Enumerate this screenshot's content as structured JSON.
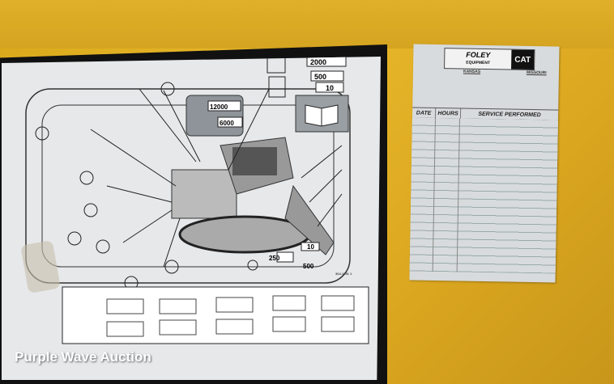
{
  "decal": {
    "intervals_top": [
      "2000",
      "500",
      "10"
    ],
    "engine_intervals": [
      "12000",
      "6000"
    ],
    "intervals_bottom": [
      "250",
      "500",
      "10"
    ],
    "part_number": "304-1951 1"
  },
  "service_card": {
    "brand": "FOLEY",
    "brand_sub": "EQUIPMENT",
    "logo": "CAT",
    "state_left": "KANSAS",
    "state_right": "MISSOURI",
    "columns": [
      "DATE",
      "HOURS",
      "SERVICE PERFORMED"
    ]
  },
  "watermark": "Purple Wave Auction",
  "colors": {
    "machine_yellow": "#e0b02a",
    "decal_bg": "#e6e8ea"
  }
}
